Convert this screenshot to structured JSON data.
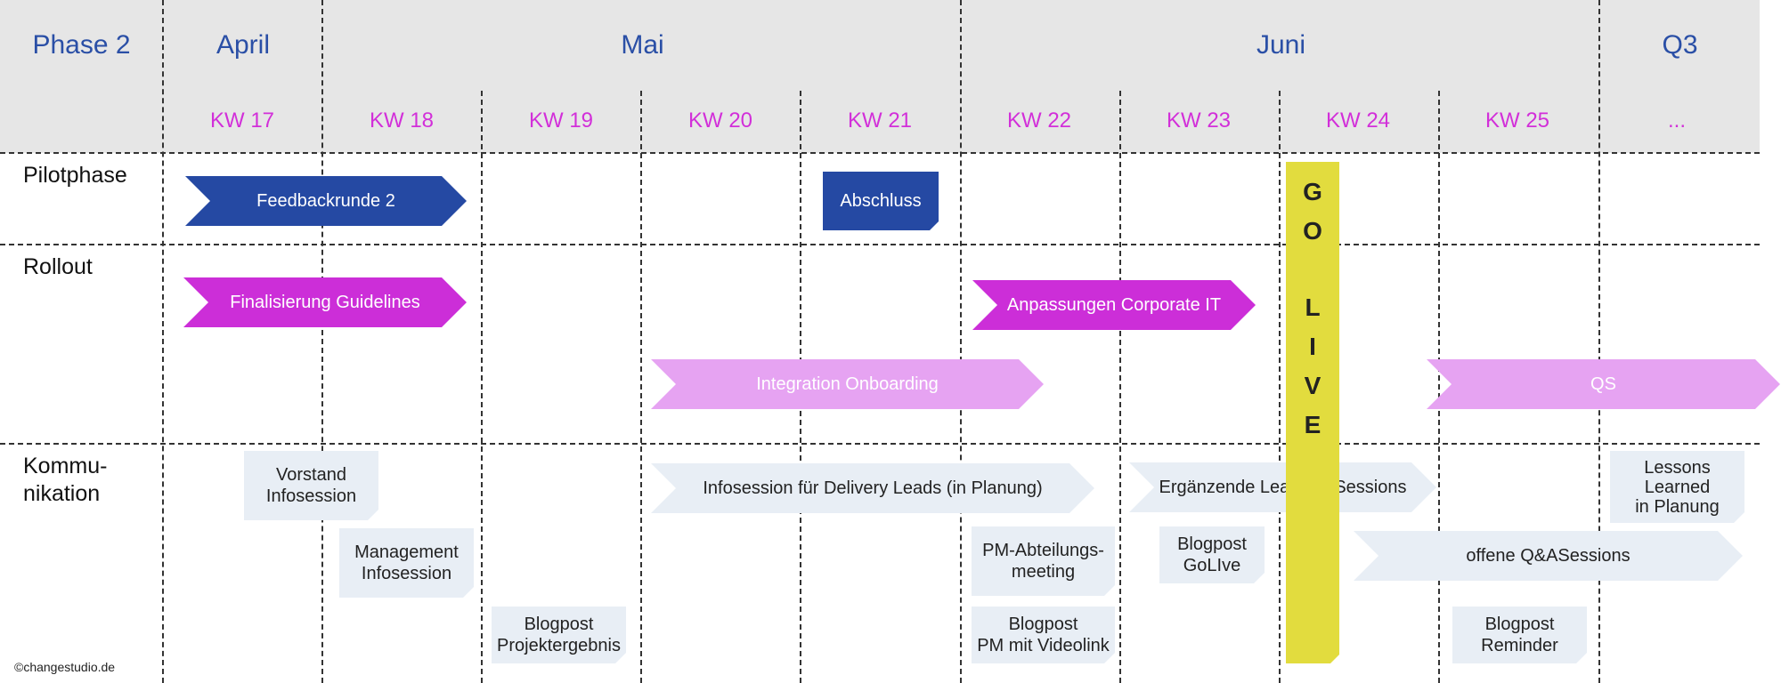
{
  "header": {
    "phase": "Phase 2",
    "months": [
      "April",
      "Mai",
      "Juni",
      "Q3"
    ],
    "weeks": [
      "KW 17",
      "KW 18",
      "KW 19",
      "KW 20",
      "KW 21",
      "KW 22",
      "KW 23",
      "KW 24",
      "KW 25",
      "..."
    ]
  },
  "rows": {
    "pilot": "Pilotphase",
    "rollout": "Rollout",
    "komm_line1": "Kommu-",
    "komm_line2": "nikation"
  },
  "pilot_items": {
    "feedback": "Feedbackrunde 2",
    "abschluss": "Abschluss"
  },
  "rollout_items": {
    "guidelines": "Finalisierung Guidelines",
    "corporate_it": "Anpassungen Corporate IT",
    "onboarding": "Integration Onboarding",
    "qs": "QS"
  },
  "golive": [
    "G",
    "O",
    "L",
    "I",
    "V",
    "E"
  ],
  "komm_items": {
    "vorstand": [
      "Vorstand",
      "Infosession"
    ],
    "management": [
      "Management",
      "Infosession"
    ],
    "blog_projekt": [
      "Blogpost",
      "Projektergebnis"
    ],
    "delivery": "Infosession für Delivery Leads (in Planung)",
    "pm_meeting": [
      "PM-Abteilungs-",
      "meeting"
    ],
    "blog_pm": [
      "Blogpost",
      "PM mit Videolink"
    ],
    "learning": "Ergänzende Learning Sessions",
    "blog_golive": [
      "Blogpost",
      "GoLIve"
    ],
    "qa": "offene Q&ASessions",
    "blog_reminder": [
      "Blogpost",
      "Reminder"
    ],
    "lessons": [
      "Lessons",
      "Learned",
      "in Planung"
    ]
  },
  "footer": {
    "copyright": "©changestudio.de"
  },
  "colors": {
    "dark_blue": "#2549a3",
    "magenta": "#cc2ed8",
    "light_magenta": "#e6a3f2",
    "light_blue": "#e8eef5",
    "golive_yellow": "#e2dc3e",
    "week_text": "#d22fd9",
    "month_text": "#2a4fa6"
  }
}
